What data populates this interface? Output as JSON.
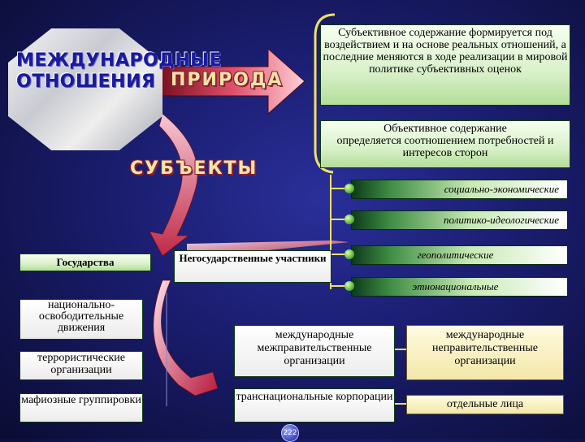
{
  "octagon": {
    "line1": "МЕЖДУНАРОДНЫЕ",
    "line2": "ОТНОШЕНИЯ"
  },
  "priroda": "ПРИРОДА",
  "subjekty": "СУБЪЕКТЫ",
  "subjective_box": "Субъективное содержание формируется под воздействием и на основе реальных отношений, а последние меняются в ходе реализации в мировой политике субъективных оценок",
  "objective_box": {
    "title": "Объективное содержание",
    "text": "определяется соотношением потребностей и интересов сторон"
  },
  "bars": [
    "социально-экономические",
    "политико-идеологические",
    "геополитические",
    "этнонациональные"
  ],
  "states": "Государства",
  "non_state": "Негосударственные участники",
  "left_items": [
    "национально-освободительные движения",
    "террористические организации",
    "мафиозные группировки"
  ],
  "middle_items": [
    "международные межправительственные организации",
    "транснациональные корпорации"
  ],
  "right_items": [
    "международные неправительственные организации",
    "отдельные лица"
  ],
  "page_number": "222"
}
